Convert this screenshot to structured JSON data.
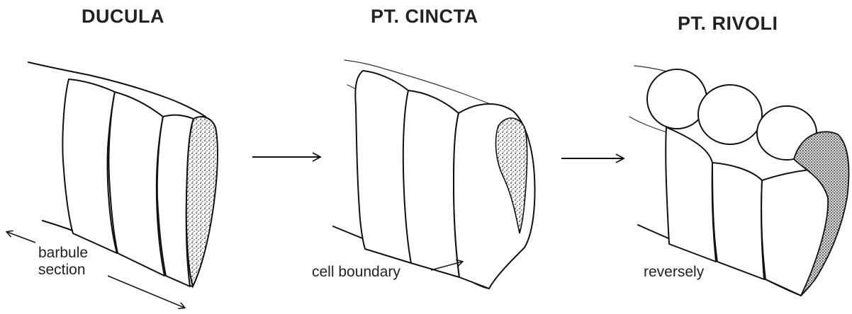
{
  "panels": [
    {
      "title": "DUCULA"
    },
    {
      "title": "PT. CINCTA"
    },
    {
      "title": "PT. RIVOLI"
    }
  ],
  "annotations": {
    "barbule_section_line1": "barbule",
    "barbule_section_line2": "section",
    "cell_boundary": "cell boundary",
    "reversely": "reversely"
  }
}
